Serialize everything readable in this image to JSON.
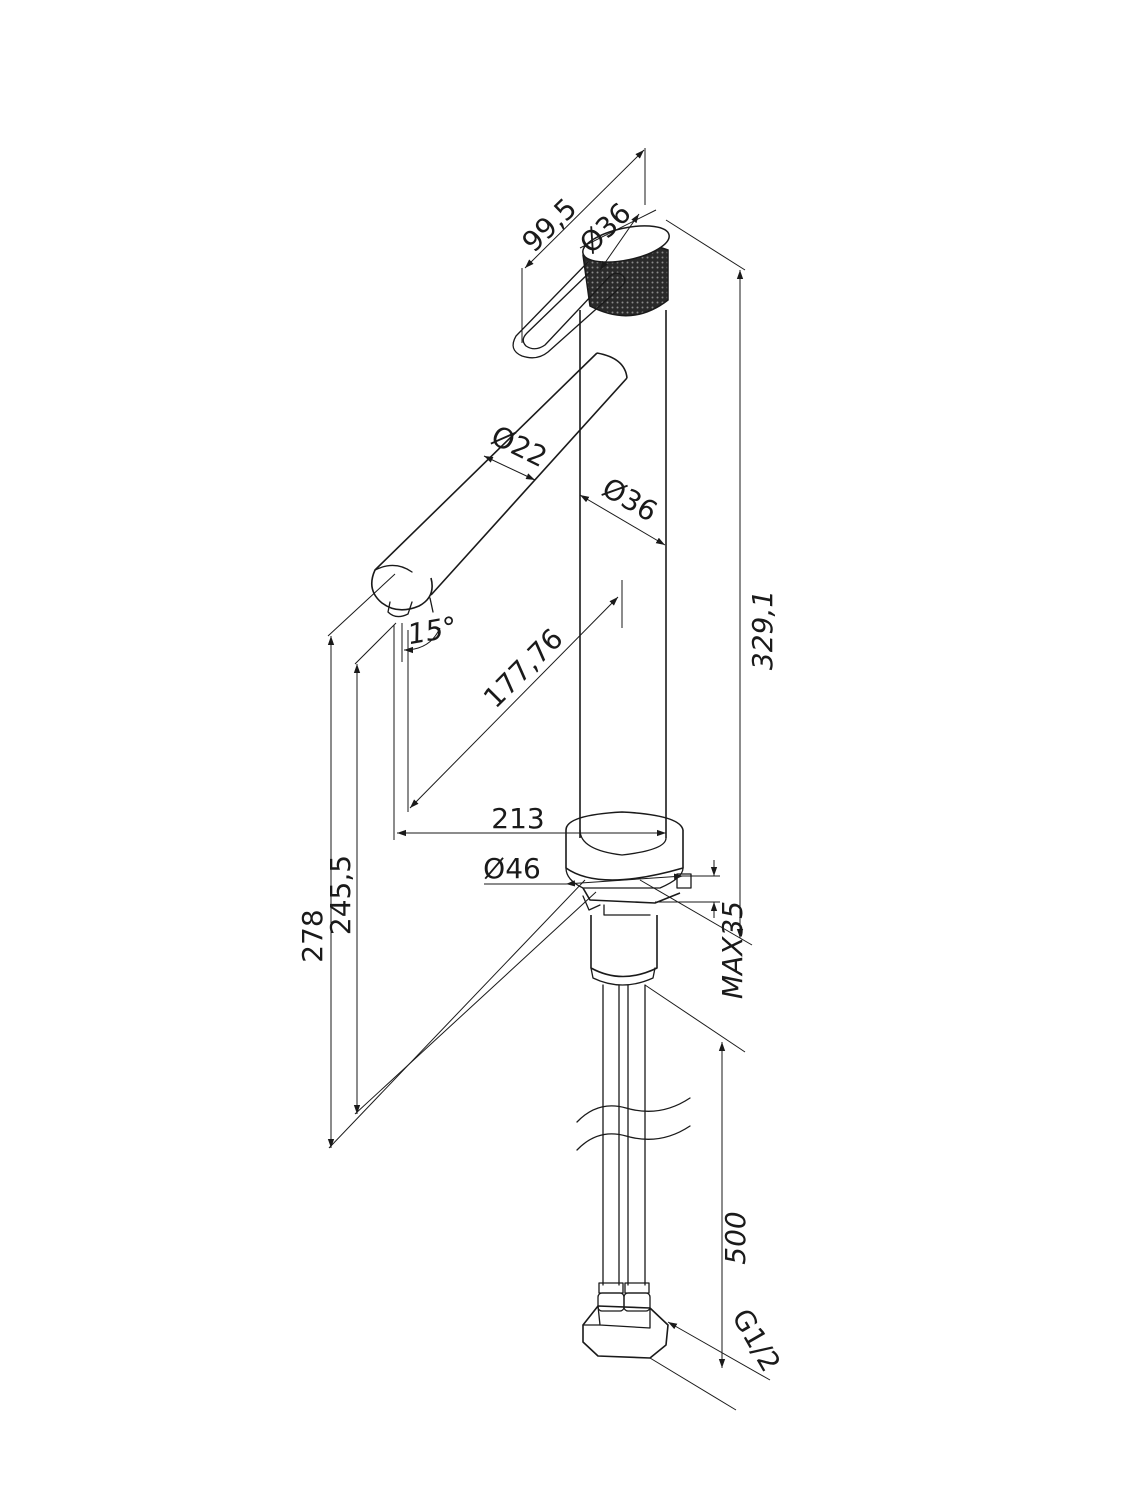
{
  "dimensions": {
    "handle_reach": "99,5",
    "handle_diameter": "Ø36",
    "spout_diameter": "Ø22",
    "body_diameter": "Ø36",
    "spout_angle": "15°",
    "spout_length": "177,76",
    "total_height": "329,1",
    "spout_reach": "213",
    "base_diameter": "Ø46",
    "max_deck": "MAX35",
    "height_278": "278",
    "height_245": "245,5",
    "hose_length": "500",
    "thread": "G1/2"
  },
  "colors": {
    "line": "#1a1a1a",
    "knurl": "#1f1f1f",
    "background": "#ffffff"
  }
}
